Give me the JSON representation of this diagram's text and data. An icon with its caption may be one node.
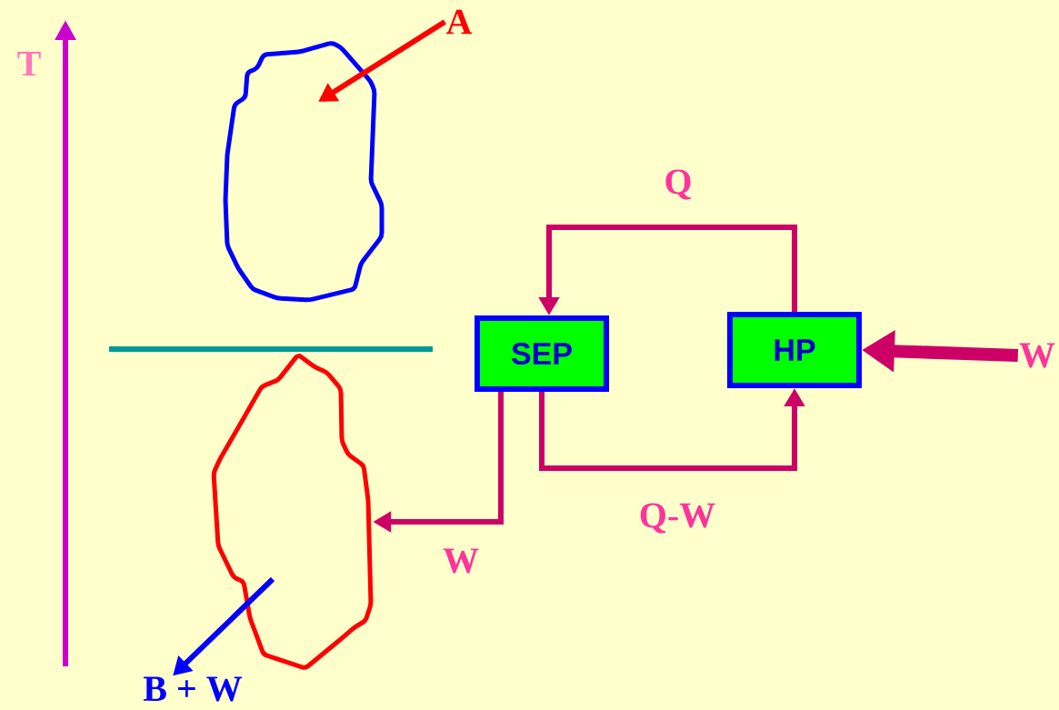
{
  "diagram": {
    "nodes": [
      {
        "text": [
          "A"
        ]
      },
      {
        "text": [],
        "shape": "blob"
      },
      {
        "text": [],
        "shape": "blob"
      },
      {
        "text": [
          "B + W"
        ]
      },
      {
        "text": [
          "SEP"
        ]
      },
      {
        "text": [
          "HP"
        ]
      },
      {
        "text": [
          "W"
        ]
      }
    ],
    "edges": [
      {
        "from": 0,
        "to": 1,
        "arrow": "to",
        "color": "#ff0000"
      },
      {
        "from": 2,
        "to": 3,
        "arrow": "to",
        "color": "#0000ff"
      },
      {
        "from": 5,
        "to": 4,
        "arrow": "to",
        "label": "Q"
      },
      {
        "from": 4,
        "to": 5,
        "arrow": "to",
        "label": "Q-W"
      },
      {
        "from": 4,
        "to": 2,
        "arrow": "to",
        "label": "W"
      },
      {
        "from": 6,
        "to": 5,
        "arrow": "to",
        "style": "thick"
      }
    ],
    "labels": [
      "T"
    ]
  }
}
